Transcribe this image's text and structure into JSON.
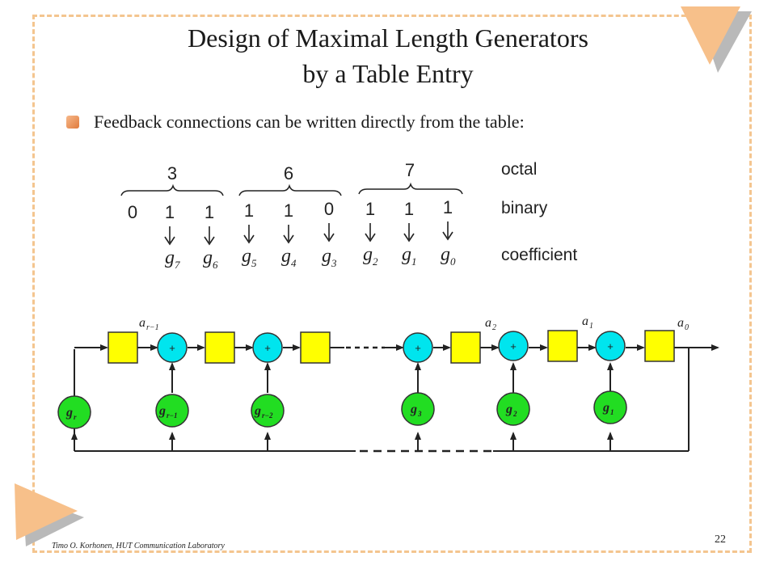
{
  "slide": {
    "title_line1": "Design of Maximal Length Generators",
    "title_line2": "by a Table Entry",
    "bullet": "Feedback connections can be written directly from the table:",
    "footer": "Timo O. Korhonen, HUT Communication Laboratory",
    "page_number": "22"
  },
  "table": {
    "octal_digits": [
      "3",
      "6",
      "7"
    ],
    "binary_digits": [
      "0",
      "1",
      "1",
      "1",
      "1",
      "0",
      "1",
      "1",
      "1"
    ],
    "coefficients": [
      {
        "base": "g",
        "sub": "7"
      },
      {
        "base": "g",
        "sub": "6"
      },
      {
        "base": "g",
        "sub": "5"
      },
      {
        "base": "g",
        "sub": "4"
      },
      {
        "base": "g",
        "sub": "3"
      },
      {
        "base": "g",
        "sub": "2"
      },
      {
        "base": "g",
        "sub": "1"
      },
      {
        "base": "g",
        "sub": "0"
      }
    ],
    "row_labels": {
      "octal": "octal",
      "binary": "binary",
      "coefficient": "coefficient"
    }
  },
  "circuit": {
    "adder_symbol": "+",
    "output_labels": [
      {
        "base": "a",
        "sub": "r−1"
      },
      {
        "base": "a",
        "sub": "2"
      },
      {
        "base": "a",
        "sub": "1"
      },
      {
        "base": "a",
        "sub": "0"
      }
    ],
    "gain_labels": [
      {
        "base": "g",
        "sub": "r"
      },
      {
        "base": "g",
        "sub": "r−1"
      },
      {
        "base": "g",
        "sub": "r−2"
      },
      {
        "base": "g",
        "sub": "3"
      },
      {
        "base": "g",
        "sub": "2"
      },
      {
        "base": "g",
        "sub": "1"
      }
    ],
    "colors": {
      "register": "#ffff00",
      "adder": "#00e5ee",
      "gain": "#22dd22"
    }
  },
  "decor": {
    "accent": "#f7c08a",
    "shadow": "#b9b9b9",
    "frame": "#f4c58f"
  }
}
